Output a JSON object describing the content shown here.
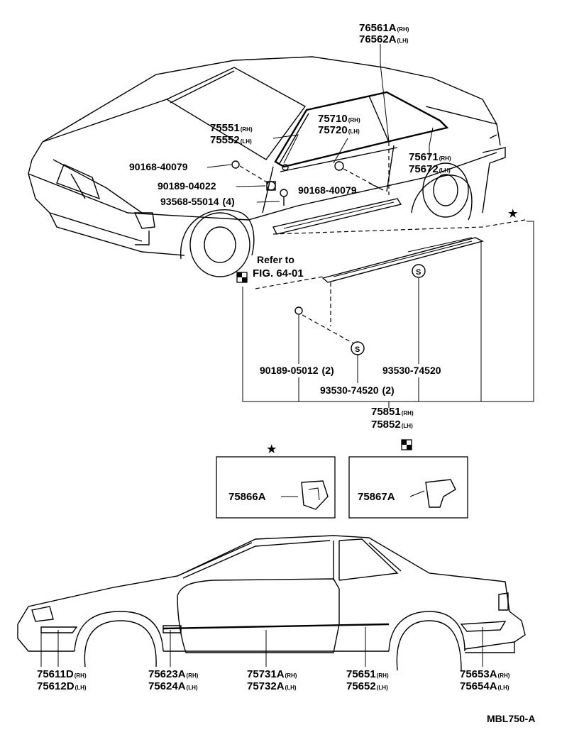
{
  "parts": {
    "p76561": {
      "num": "76561A",
      "side": "RH"
    },
    "p76562": {
      "num": "76562A",
      "side": "LH"
    },
    "p75710": {
      "num": "75710",
      "side": "RH"
    },
    "p75720": {
      "num": "75720",
      "side": "LH"
    },
    "p75551": {
      "num": "75551",
      "side": "RH"
    },
    "p75552": {
      "num": "75552",
      "side": "LH"
    },
    "p75671": {
      "num": "75671",
      "side": "RH"
    },
    "p75672": {
      "num": "75672",
      "side": "LH"
    },
    "p90168a": {
      "num": "90168-40079"
    },
    "p90189a": {
      "num": "90189-04022"
    },
    "p93568": {
      "num": "93568-55014",
      "qty": "(4)"
    },
    "p90168b": {
      "num": "90168-40079"
    },
    "p90189b": {
      "num": "90189-05012",
      "qty": "(2)"
    },
    "p93530a": {
      "num": "93530-74520"
    },
    "p93530b": {
      "num": "93530-74520",
      "qty": "(2)"
    },
    "p75851": {
      "num": "75851",
      "side": "RH"
    },
    "p75852": {
      "num": "75852",
      "side": "LH"
    },
    "p75866": {
      "num": "75866A"
    },
    "p75867": {
      "num": "75867A"
    },
    "p75611": {
      "num": "75611D",
      "side": "RH"
    },
    "p75612": {
      "num": "75612D",
      "side": "LH"
    },
    "p75623": {
      "num": "75623A",
      "side": "RH"
    },
    "p75624": {
      "num": "75624A",
      "side": "LH"
    },
    "p75731": {
      "num": "75731A",
      "side": "RH"
    },
    "p75732": {
      "num": "75732A",
      "side": "LH"
    },
    "p75651": {
      "num": "75651",
      "side": "RH"
    },
    "p75652": {
      "num": "75652",
      "side": "LH"
    },
    "p75653": {
      "num": "75653A",
      "side": "RH"
    },
    "p75654": {
      "num": "75654A",
      "side": "LH"
    }
  },
  "refer": {
    "line1": "Refer to",
    "line2": "FIG. 64-01"
  },
  "symbols": {
    "star": "★",
    "s": "S"
  },
  "diagram_code": "MBL750-A"
}
